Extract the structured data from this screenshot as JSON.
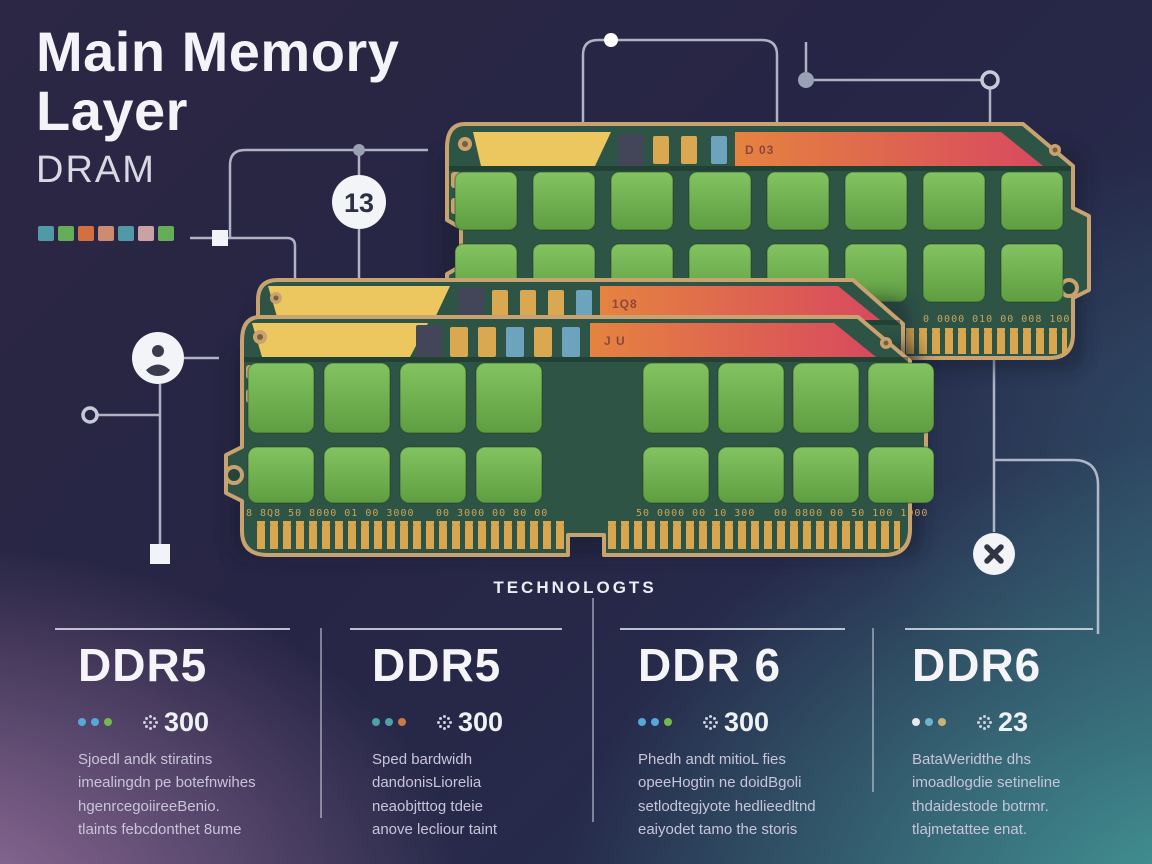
{
  "title": {
    "line1": "Main Memory",
    "line2": "Layer",
    "subtitle": "DRAM"
  },
  "palette_swatches": [
    "#4f9aa6",
    "#63ae57",
    "#d4703f",
    "#cd8b70",
    "#4f9aa6",
    "#c9a3a3",
    "#63ae57"
  ],
  "hero": {
    "badge_number": "13",
    "modules": {
      "back": {
        "strip_label": "D 03",
        "binary": "0 0000 010 00 008 100"
      },
      "middle": {
        "strip_label": "1Q8"
      },
      "front": {
        "strip_label": "J U",
        "binary": [
          "8 8Q8 50 8000 01 00 3000",
          "00 3000 00 80 00",
          "50 0000 00 10 300",
          "00 0800 00 50 100 1000"
        ]
      }
    }
  },
  "section_heading": "TECHNOLOGTS",
  "columns": [
    {
      "title": "DDR5",
      "stat": "300",
      "dots": [
        "#57a7d8",
        "#57a7d8",
        "#76b84d"
      ],
      "description": "Sjoedl andk stiratins\nimealingdn pe botefnwihes\nhgenrcegoiireeBenio.\ntlaints febcdonthet 8ume"
    },
    {
      "title": "DDR5",
      "stat": "300",
      "dots": [
        "#4fa0a8",
        "#4fa0a8",
        "#c87a4a"
      ],
      "description": "Sped bardwidh\ndandonisLiorelia\nneaobjtttog tdeie\nanove lecliour taint"
    },
    {
      "title": "DDR 6",
      "stat": "300",
      "dots": [
        "#57a7d8",
        "#57a7d8",
        "#76b84d"
      ],
      "description": "Phedh andt mitioL fies\nopeeHogtin ne doidBgoli\nsetlodtegjyote hedlieedltnd\neaiyodet tamo the storis"
    },
    {
      "title": "DDR6",
      "stat": "23",
      "dots": [
        "#e8e8ee",
        "#6fb3c8",
        "#c8b27a"
      ],
      "description": "BataWeridthe dhs\nimoadlogdie setineline\nthdaidestode botrmr.\ntlajmetattee enat."
    }
  ]
}
